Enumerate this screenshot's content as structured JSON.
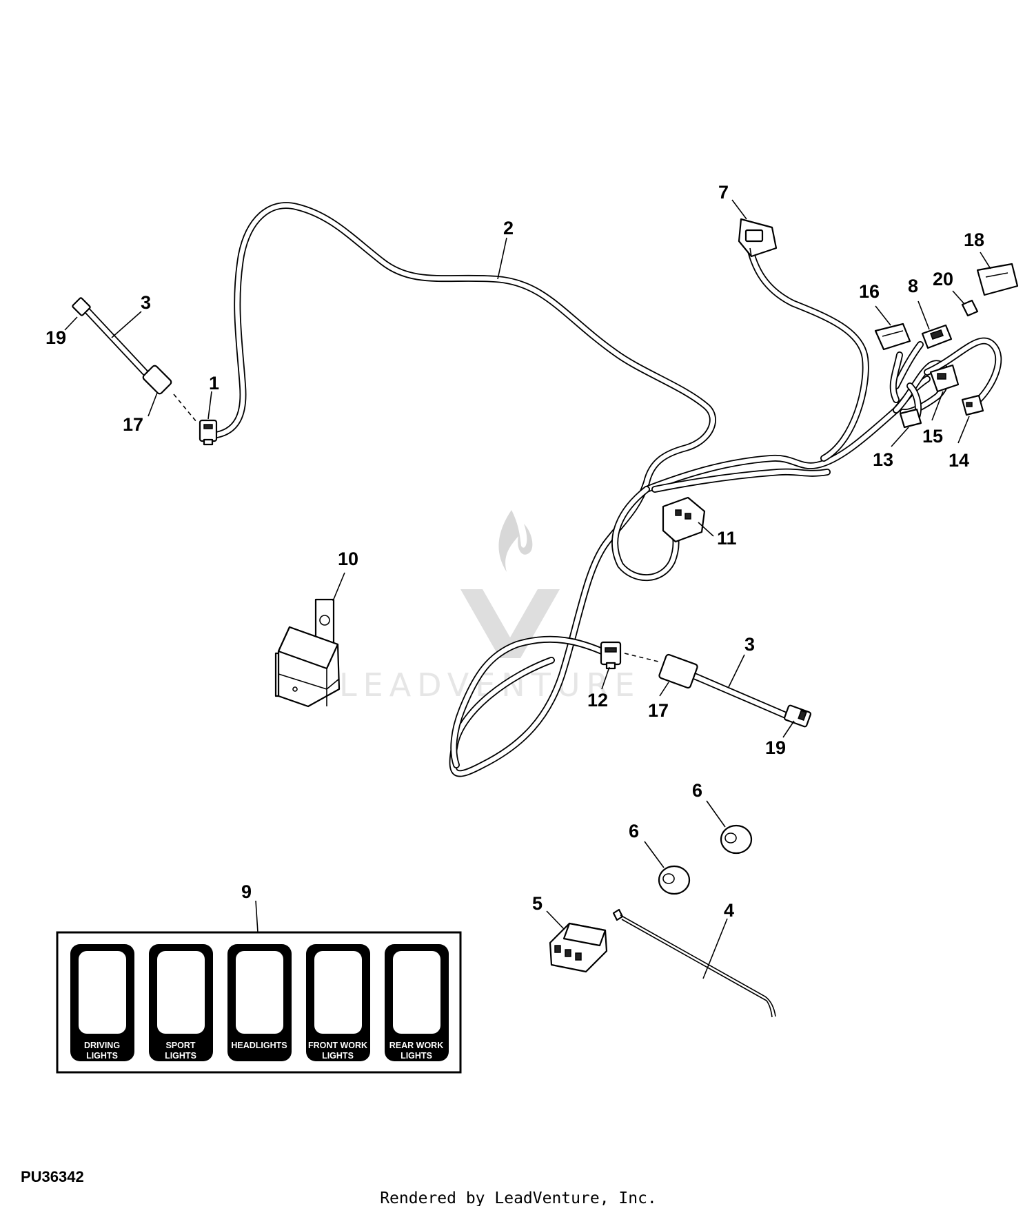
{
  "figure_id": "PU36342",
  "footer": "Rendered by LeadVenture, Inc.",
  "watermark": "LEADVENTURE",
  "callouts": {
    "c1": "1",
    "c2": "2",
    "c3a": "3",
    "c3b": "3",
    "c4": "4",
    "c5": "5",
    "c6a": "6",
    "c6b": "6",
    "c7": "7",
    "c8": "8",
    "c9": "9",
    "c10": "10",
    "c11": "11",
    "c12": "12",
    "c13": "13",
    "c14": "14",
    "c15": "15",
    "c16": "16",
    "c17a": "17",
    "c17b": "17",
    "c18": "18",
    "c19a": "19",
    "c19b": "19",
    "c20": "20"
  },
  "decal": {
    "switches": [
      {
        "line1": "DRIVING",
        "line2": "LIGHTS"
      },
      {
        "line1": "SPORT",
        "line2": "LIGHTS"
      },
      {
        "line1": "HEADLIGHTS",
        "line2": ""
      },
      {
        "line1": "FRONT WORK",
        "line2": "LIGHTS"
      },
      {
        "line1": "REAR WORK",
        "line2": "LIGHTS"
      }
    ]
  }
}
